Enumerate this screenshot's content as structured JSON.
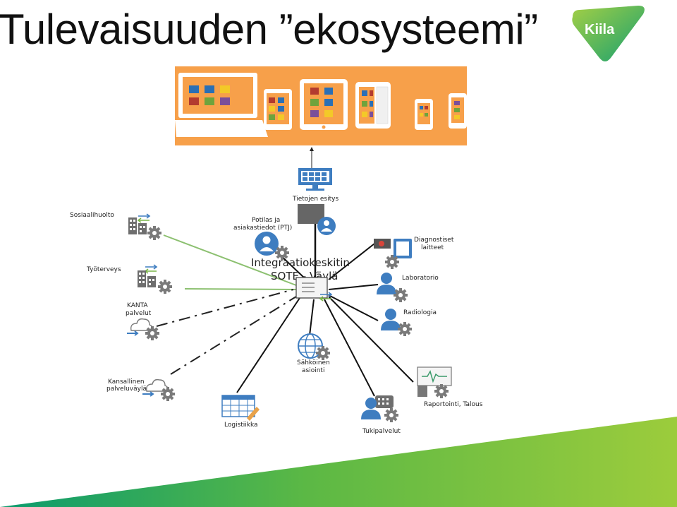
{
  "slide": {
    "title": "Tulevaisuuden ”ekosysteemi”",
    "logo_text": "Kiila"
  },
  "diagram": {
    "hub_label_line1": "Integraatiokeskitin",
    "hub_label_line2": "SOTE - Väylä",
    "nodes": {
      "tietojen_esitys": "Tietojen esitys",
      "potilas_line1": "Potilas ja",
      "potilas_line2": "asiakastiedot  (PTJ)",
      "sosiaalihuolto": "Sosiaalihuolto",
      "tyoterveys": "Työterveys",
      "kanta_line1": "KANTA",
      "kanta_line2": "palvelut",
      "kansallinen_line1": "Kansallinen",
      "kansallinen_line2": "palveluväylä",
      "diagnostiset_line1": "Diagnostiset",
      "diagnostiset_line2": "laitteet",
      "laboratorio": "Laboratorio",
      "radiologia": "Radiologia",
      "sahkoinen_line1": "Sähköinen",
      "sahkoinen_line2": "asiointi",
      "raportointi": "Raportointi, Talous",
      "logistiikka": "Logistiikka",
      "tukipalvelut": "Tukipalvelut"
    }
  },
  "colors": {
    "banner_orange": "#f7a04a",
    "brand_green": "#8cc63f",
    "icon_blue": "#3e7dc0",
    "connector_green": "#8cc070"
  }
}
